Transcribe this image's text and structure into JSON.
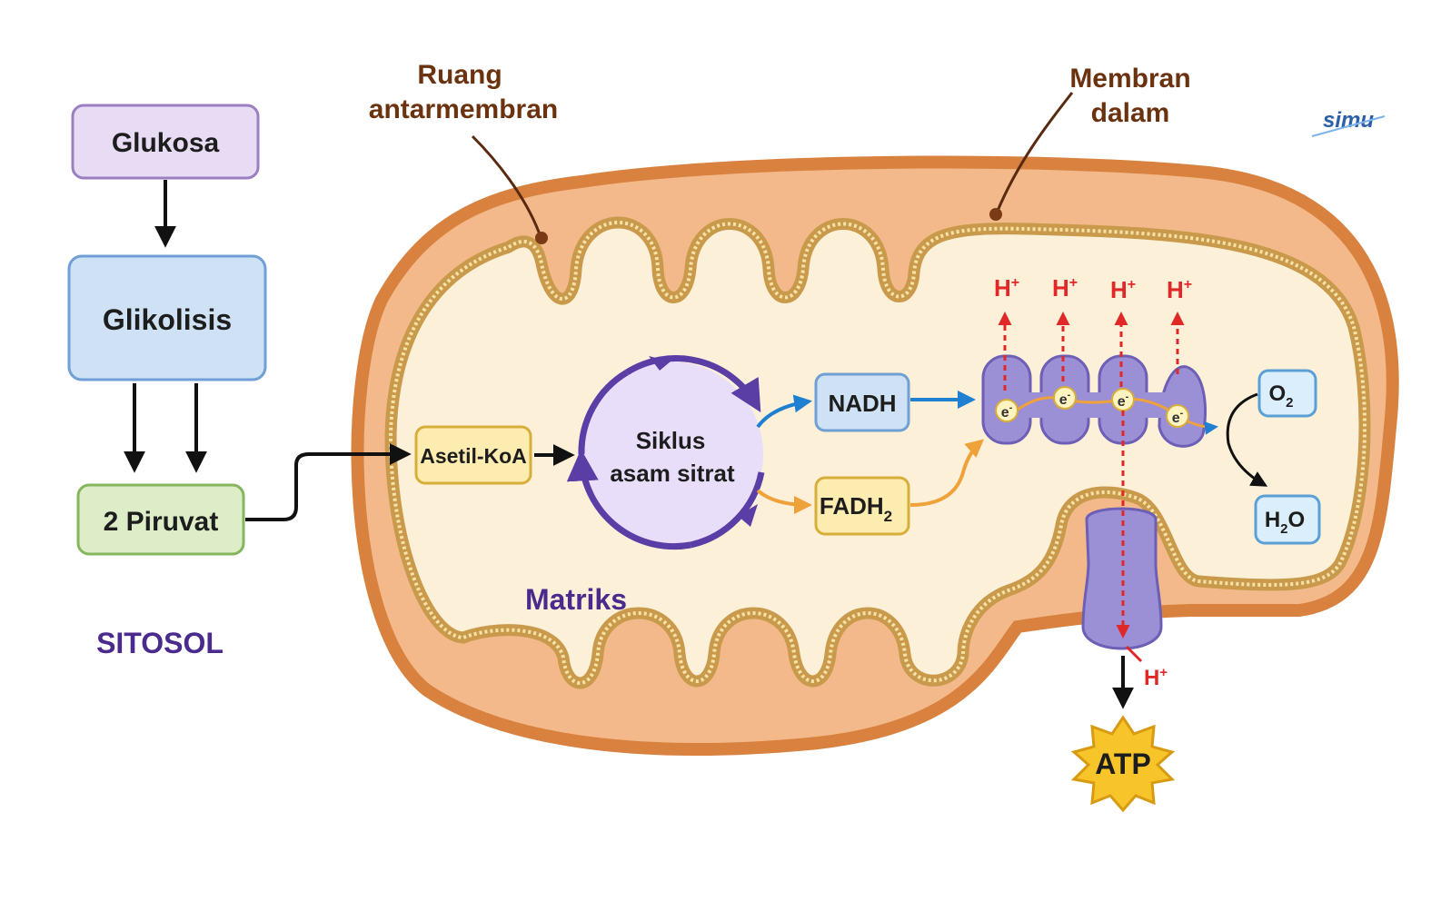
{
  "cytosol": {
    "glucose": "Glukosa",
    "glycolysis": "Glikolisis",
    "pyruvate": "2 Piruvat",
    "region_label": "SITOSOL"
  },
  "mitochondrion": {
    "intermembrane_label_line1": "Ruang",
    "intermembrane_label_line2": "antarmembran",
    "inner_membrane_label_line1": "Membran",
    "inner_membrane_label_line2": "dalam",
    "matrix_label": "Matriks",
    "acetyl_coa": "Asetil-KoA",
    "cycle_line1": "Siklus",
    "cycle_line2": "asam sitrat",
    "nadh": "NADH",
    "fadh2_base": "FADH",
    "fadh2_sub": "2",
    "proton": "H",
    "proton_charge": "+",
    "electron": "e",
    "electron_charge": "-",
    "oxygen_base": "O",
    "oxygen_sub": "2",
    "water_h": "H",
    "water_sub": "2",
    "water_o": "O",
    "atp": "ATP"
  },
  "logo": {
    "text": "simu"
  },
  "colors": {
    "outer_membrane": "#d9823f",
    "intermembrane_space": "#f3b98a",
    "matrix": "#fdf0d8",
    "inner_membrane": "#c99a4c",
    "protein": "#9b8fd6",
    "cycle": "#5a3ea6",
    "nadh_arrow": "#1f7fd0",
    "fadh_arrow": "#f0a23a",
    "proton_arrow": "#e02828",
    "atp_star": "#f7c52a"
  }
}
